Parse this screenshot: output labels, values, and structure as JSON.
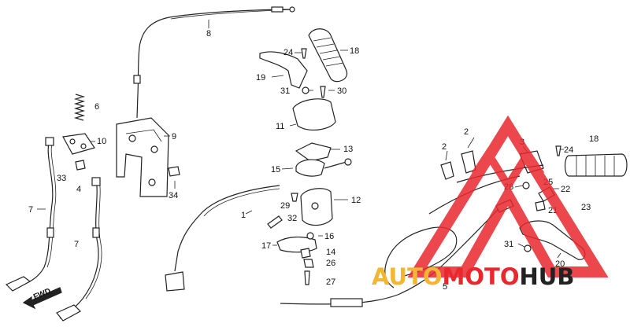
{
  "callouts": [
    {
      "id": "c8",
      "text": "8"
    },
    {
      "id": "c24a",
      "text": "24"
    },
    {
      "id": "c18a",
      "text": "18"
    },
    {
      "id": "c19",
      "text": "19"
    },
    {
      "id": "c31a",
      "text": "31"
    },
    {
      "id": "c30",
      "text": "30"
    },
    {
      "id": "c6",
      "text": "6"
    },
    {
      "id": "c9",
      "text": "9"
    },
    {
      "id": "c10",
      "text": "10"
    },
    {
      "id": "c11",
      "text": "11"
    },
    {
      "id": "c13",
      "text": "13"
    },
    {
      "id": "c15",
      "text": "15"
    },
    {
      "id": "c12",
      "text": "12"
    },
    {
      "id": "c29",
      "text": "29"
    },
    {
      "id": "c32",
      "text": "32"
    },
    {
      "id": "c33",
      "text": "33"
    },
    {
      "id": "c4",
      "text": "4"
    },
    {
      "id": "c34",
      "text": "34"
    },
    {
      "id": "c7a",
      "text": "7"
    },
    {
      "id": "c7b",
      "text": "7"
    },
    {
      "id": "c1",
      "text": "1"
    },
    {
      "id": "c16",
      "text": "16"
    },
    {
      "id": "c17",
      "text": "17"
    },
    {
      "id": "c14",
      "text": "14"
    },
    {
      "id": "c26",
      "text": "26"
    },
    {
      "id": "c27",
      "text": "27"
    },
    {
      "id": "c2a",
      "text": "2"
    },
    {
      "id": "c2b",
      "text": "2"
    },
    {
      "id": "c3",
      "text": "3"
    },
    {
      "id": "c24b",
      "text": "24"
    },
    {
      "id": "c18b",
      "text": "18"
    },
    {
      "id": "c28",
      "text": "28"
    },
    {
      "id": "c25",
      "text": "25"
    },
    {
      "id": "c22",
      "text": "22"
    },
    {
      "id": "c21",
      "text": "21"
    },
    {
      "id": "c23",
      "text": "23"
    },
    {
      "id": "c31b",
      "text": "31"
    },
    {
      "id": "c20",
      "text": "20"
    },
    {
      "id": "c5",
      "text": "5"
    }
  ],
  "fwd_label": "FWD",
  "watermark": {
    "part_auto": "AUTO",
    "part_moto": "MOTO",
    "part_hub": "HUB",
    "color_triangle": "#e8282d",
    "color_auto": "#f2b632",
    "color_moto": "#e8282d",
    "color_hub": "#222222"
  }
}
